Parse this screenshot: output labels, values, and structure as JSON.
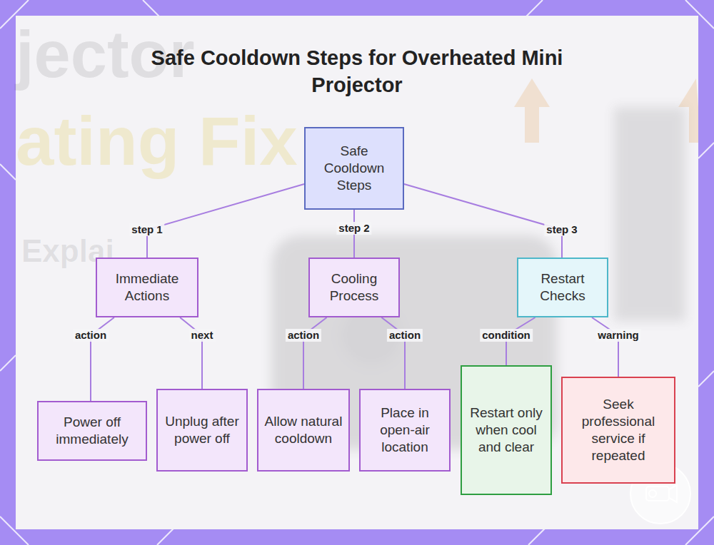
{
  "diagram": {
    "title": "Safe Cooldown Steps for Overheated Mini Projector",
    "nodes": [
      {
        "text": [
          "Safe Cooldown Steps"
        ]
      },
      {
        "text": [
          "Immediate Actions"
        ]
      },
      {
        "text": [
          "Cooling Process"
        ]
      },
      {
        "text": [
          "Restart Checks"
        ]
      },
      {
        "text": [
          "Power off immediately"
        ]
      },
      {
        "text": [
          "Unplug after power off"
        ]
      },
      {
        "text": [
          "Allow natural cooldown"
        ]
      },
      {
        "text": [
          "Place in open-air location"
        ]
      },
      {
        "text": [
          "Restart only when cool and clear"
        ]
      },
      {
        "text": [
          "Seek professional service if repeated"
        ]
      }
    ],
    "edges": [
      {
        "from": 0,
        "to": 1,
        "label": "step 1",
        "arrow": "none"
      },
      {
        "from": 0,
        "to": 2,
        "label": "step 2",
        "arrow": "none"
      },
      {
        "from": 0,
        "to": 3,
        "label": "step 3",
        "arrow": "none"
      },
      {
        "from": 1,
        "to": 4,
        "label": "action",
        "arrow": "none"
      },
      {
        "from": 1,
        "to": 5,
        "label": "next",
        "arrow": "none"
      },
      {
        "from": 2,
        "to": 6,
        "label": "action",
        "arrow": "none"
      },
      {
        "from": 2,
        "to": 7,
        "label": "action",
        "arrow": "none"
      },
      {
        "from": 3,
        "to": 8,
        "label": "condition",
        "arrow": "none"
      },
      {
        "from": 3,
        "to": 9,
        "label": "warning",
        "arrow": "none"
      }
    ],
    "labels": [
      "jector",
      "ating Fix",
      "Explai"
    ]
  }
}
